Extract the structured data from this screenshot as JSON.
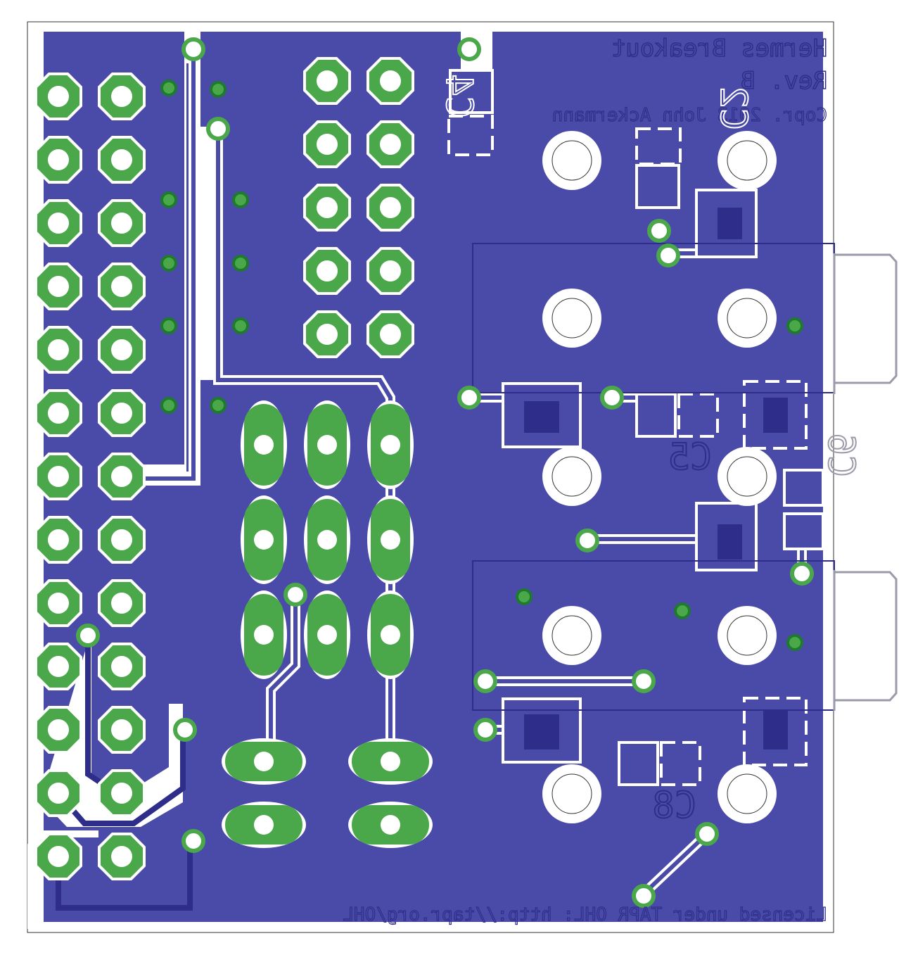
{
  "board": {
    "title_line1": "Hermes Breakout",
    "title_line2": "Rev. B",
    "copyright": "Copr. 2013 John Ackermann",
    "license": "Licensed under TAPR OHL:   http://tapr.org/OHL"
  },
  "designators": {
    "c4": "C4",
    "c2": "C2",
    "c5": "C5",
    "c6": "C6",
    "c8": "C8"
  },
  "colors": {
    "copper_fill": "#4a4aa8",
    "copper_dark": "#2e2e8a",
    "pad_green": "#4aa84a",
    "pad_dark_green": "#1e7a2e",
    "outline_gray": "#9a9aa8",
    "background": "#ffffff"
  }
}
